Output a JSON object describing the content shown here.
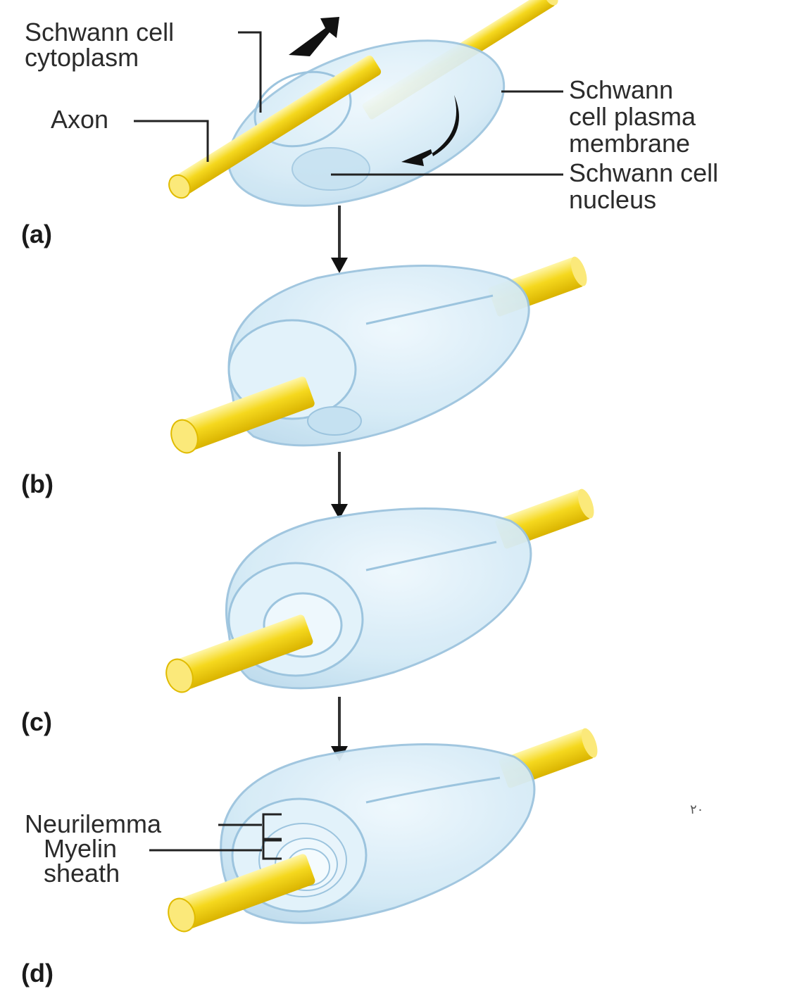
{
  "labels": {
    "schwann_cytoplasm_1": "Schwann cell",
    "schwann_cytoplasm_2": "cytoplasm",
    "axon": "Axon",
    "plasma_membrane_1": "Schwann",
    "plasma_membrane_2": "cell plasma",
    "plasma_membrane_3": "membrane",
    "nucleus_1": "Schwann cell",
    "nucleus_2": "nucleus",
    "neurilemma": "Neurilemma",
    "myelin_1": "Myelin",
    "myelin_2": "sheath"
  },
  "panels": [
    "(a)",
    "(b)",
    "(c)",
    "(d)"
  ],
  "page_number": "٢٠",
  "colors": {
    "axon_fill": "#f2d21a",
    "axon_highlight": "#fff38a",
    "axon_end": "#fbe97a",
    "schwann_fill": "#d6ecf7",
    "schwann_stroke": "#9cc4de",
    "arrow": "#111111"
  }
}
